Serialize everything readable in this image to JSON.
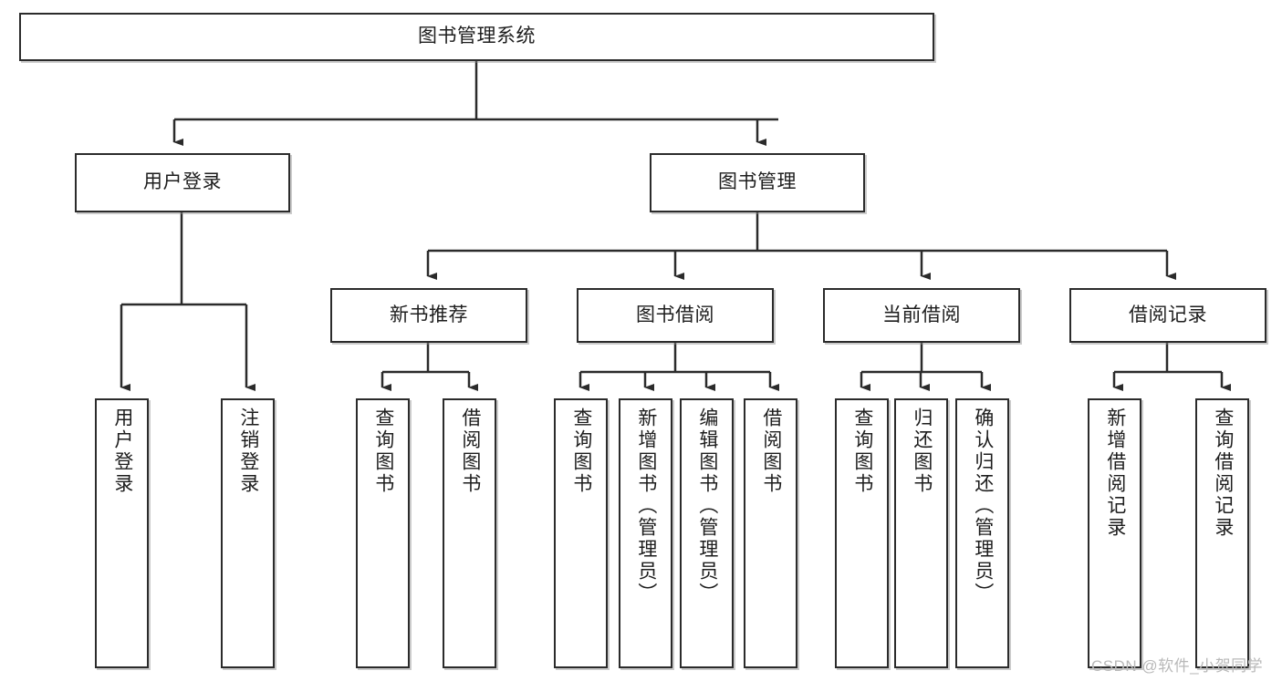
{
  "diagram": {
    "title": "图书管理系统",
    "type": "tree-hierarchy-chart",
    "root": {
      "label": "图书管理系统"
    },
    "level2": [
      {
        "label": "用户登录"
      },
      {
        "label": "图书管理"
      }
    ],
    "level3": [
      {
        "label": "新书推荐"
      },
      {
        "label": "图书借阅"
      },
      {
        "label": "当前借阅"
      },
      {
        "label": "借阅记录"
      }
    ],
    "leaves": {
      "user_login": [
        {
          "label": "用户登录"
        },
        {
          "label": "注销登录"
        }
      ],
      "new_book_recommend": [
        {
          "label": "查询图书"
        },
        {
          "label": "借阅图书"
        }
      ],
      "book_borrow": [
        {
          "label": "查询图书"
        },
        {
          "label": "新增图书（管理员）"
        },
        {
          "label": "编辑图书（管理员）"
        },
        {
          "label": "借阅图书"
        }
      ],
      "current_borrow": [
        {
          "label": "查询图书"
        },
        {
          "label": "归还图书"
        },
        {
          "label": "确认归还（管理员）"
        }
      ],
      "borrow_record": [
        {
          "label": "新增借阅记录"
        },
        {
          "label": "查询借阅记录"
        }
      ]
    }
  },
  "watermark": {
    "text": "CSDN @软件_小贺同学"
  },
  "colors": {
    "border": "#2b2b2b",
    "fill": "#ffffff",
    "text": "#1d1d1d",
    "watermark": "#b9b9b9"
  }
}
